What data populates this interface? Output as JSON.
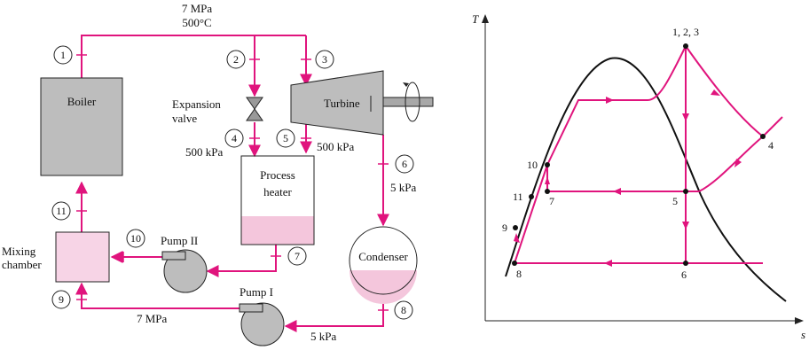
{
  "colors": {
    "pipe": "#e0147d",
    "equipment_gray": "#bdbdbd",
    "liquid_pink": "#f4c6dc",
    "mixing_pink": "#f7d4e6",
    "outline": "#222222"
  },
  "schematic": {
    "top_pressure": "7 MPa",
    "top_temperature": "500°C",
    "components": {
      "boiler": "Boiler",
      "turbine": "Turbine",
      "expansion_valve_line1": "Expansion",
      "expansion_valve_line2": "valve",
      "process_heater_line1": "Process",
      "process_heater_line2": "heater",
      "condenser": "Condenser",
      "mixing_chamber_line1": "Mixing",
      "mixing_chamber_line2": "chamber",
      "pump_1": "Pump I",
      "pump_2": "Pump II"
    },
    "pressures": {
      "valve_outlet": "500 kPa",
      "turbine_extraction": "500 kPa",
      "turbine_exit": "5 kPa",
      "pump1_outlet": "7 MPa",
      "pump1_inlet": "5 kPa"
    },
    "state_numbers": [
      "1",
      "2",
      "3",
      "4",
      "5",
      "6",
      "7",
      "8",
      "9",
      "10",
      "11"
    ]
  },
  "ts_diagram": {
    "y_axis": "T",
    "x_axis": "s",
    "point_labels": {
      "p123": "1, 2, 3",
      "p4": "4",
      "p5": "5",
      "p6": "6",
      "p7": "7",
      "p8": "8",
      "p9": "9",
      "p10": "10",
      "p11": "11"
    }
  }
}
